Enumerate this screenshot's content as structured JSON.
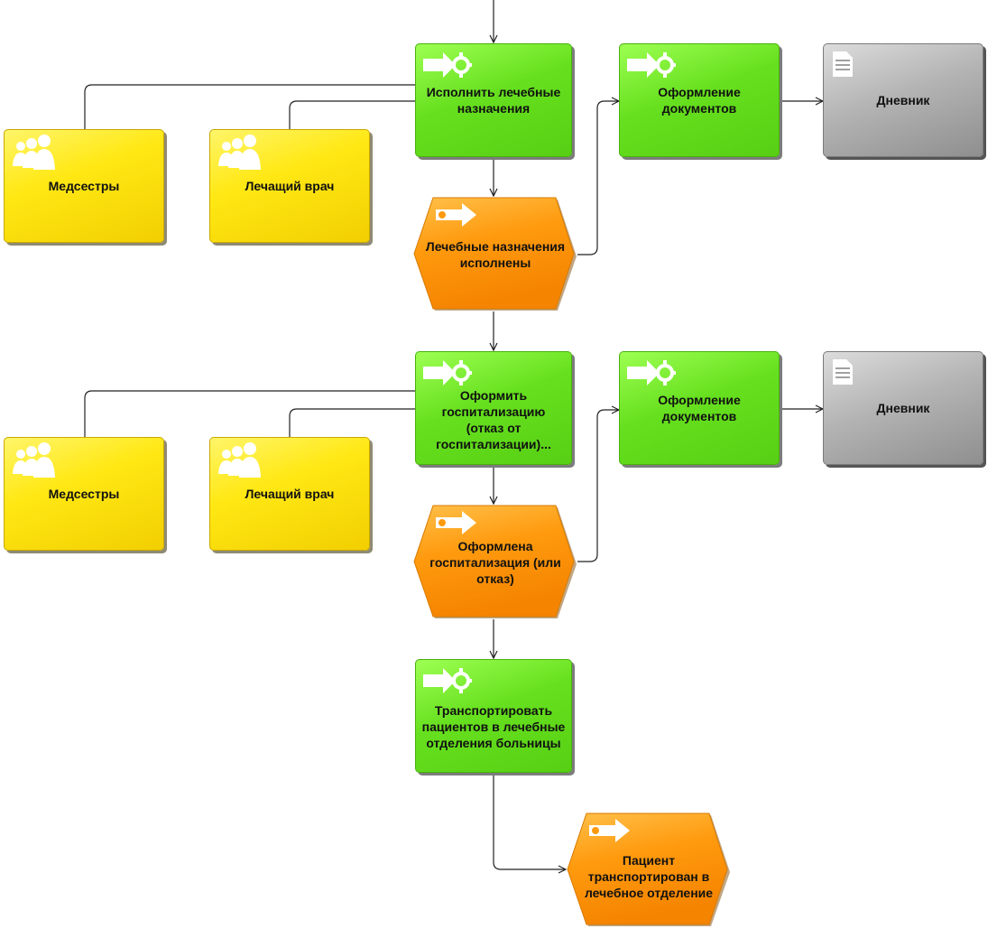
{
  "diagram": {
    "functions": {
      "f1": "Исполнить лечебные назначения",
      "f1_doc": "Оформление документов",
      "f2": "Оформить госпитализацию (отказ от госпитализации)...",
      "f2_doc": "Оформление документов",
      "f3": "Транспортировать пациентов в лечебные отделения больницы"
    },
    "events": {
      "e1": "Лечебные назначения исполнены",
      "e2": "Оформлена госпитализация (или отказ)",
      "e3": "Пациент транспортирован в лечебное отделение"
    },
    "org_units": {
      "nurses_1": "Медсестры",
      "doctor_1": "Лечащий врач",
      "nurses_2": "Медсестры",
      "doctor_2": "Лечащий врач"
    },
    "documents": {
      "doc1": "Дневник",
      "doc2": "Дневник"
    },
    "colors": {
      "function": "#66e01e",
      "event": "#ff9a0e",
      "org_unit": "#ffe814",
      "document": "#b4b4b4",
      "connector": "#222222"
    },
    "icons": {
      "function": "arrow-gear-icon",
      "event": "arrow-icon",
      "org_unit": "people-icon",
      "document": "document-icon"
    }
  }
}
